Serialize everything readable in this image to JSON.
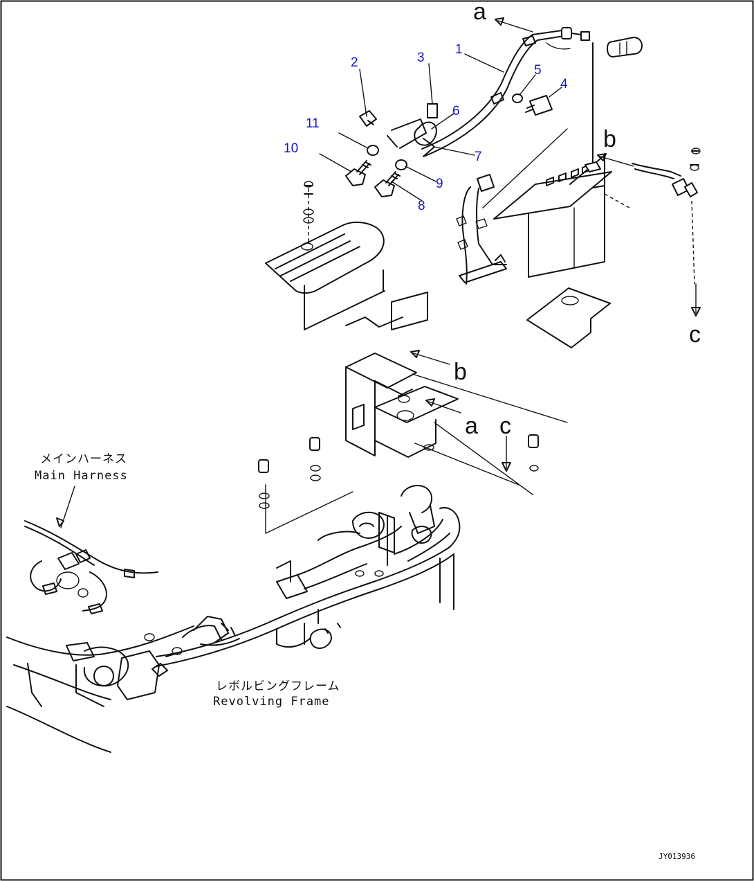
{
  "parts": [
    {
      "id": "part-1",
      "label": "1"
    },
    {
      "id": "part-2",
      "label": "2"
    },
    {
      "id": "part-3",
      "label": "3"
    },
    {
      "id": "part-4",
      "label": "4"
    },
    {
      "id": "part-5",
      "label": "5"
    },
    {
      "id": "part-6",
      "label": "6"
    },
    {
      "id": "part-7",
      "label": "7"
    },
    {
      "id": "part-8",
      "label": "8"
    },
    {
      "id": "part-9",
      "label": "9"
    },
    {
      "id": "part-10",
      "label": "10"
    },
    {
      "id": "part-11",
      "label": "11"
    }
  ],
  "connectors": {
    "a": "a",
    "b": "b",
    "c": "c"
  },
  "labels": {
    "main_harness_jp": "メインハーネス",
    "main_harness_en": "Main Harness",
    "revolving_frame_jp": "レボルビングフレーム",
    "revolving_frame_en": "Revolving Frame"
  },
  "drawing_code": "JY013936",
  "colors": {
    "callout": "#1515c8",
    "line": "#111111",
    "background": "#ffffff"
  }
}
